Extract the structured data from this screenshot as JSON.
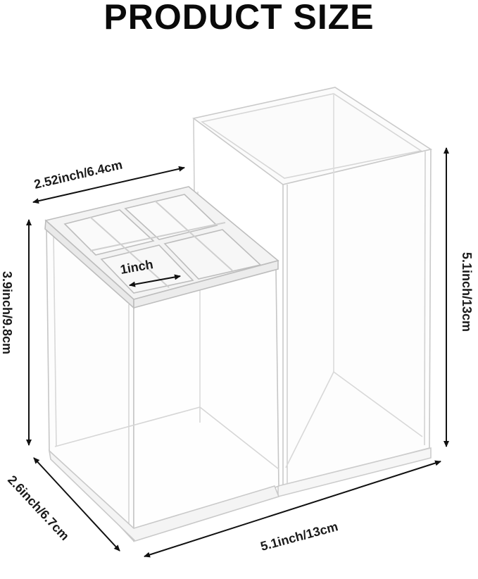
{
  "title": "PRODUCT SIZE",
  "dimensions": {
    "lid_width": "2.52inch/6.4cm",
    "compartment": "1inch",
    "short_height": "3.9inch/9.8cm",
    "tall_height": "5.1inch/13cm",
    "depth": "2.6inch/6.7cm",
    "width": "5.1inch/13cm"
  }
}
